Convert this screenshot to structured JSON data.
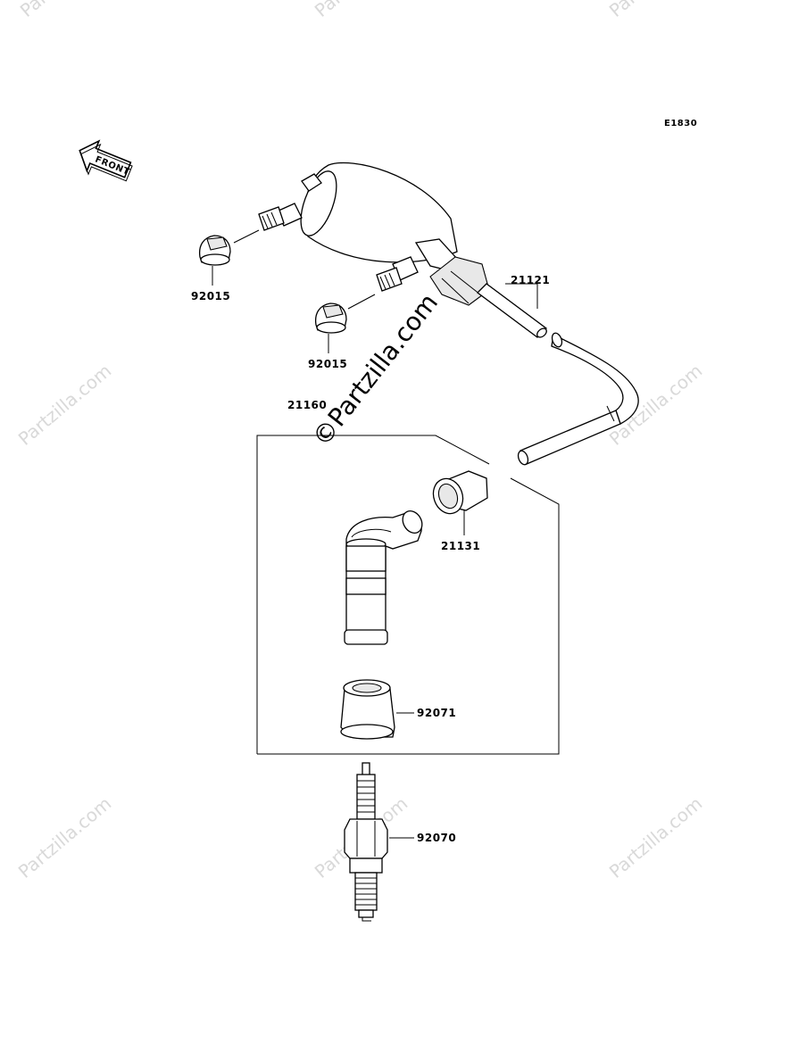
{
  "diagram_code": "E1830",
  "front_label": "FRONT",
  "watermark": {
    "text": "Partzilla.com",
    "center_text": "Partzilla.com",
    "symbol": "©"
  },
  "parts": [
    {
      "id": "coil-cap-1",
      "number": "92015"
    },
    {
      "id": "coil-cap-2",
      "number": "92015"
    },
    {
      "id": "ignition-coil-wire",
      "number": "21121"
    },
    {
      "id": "plug-cap-assembly",
      "number": "21160"
    },
    {
      "id": "cap-connector",
      "number": "21131"
    },
    {
      "id": "plug-boot-seal",
      "number": "92071"
    },
    {
      "id": "spark-plug",
      "number": "92070"
    }
  ],
  "colors": {
    "ink": "#000000",
    "watermark": "#d9d9d9",
    "background": "#ffffff"
  }
}
